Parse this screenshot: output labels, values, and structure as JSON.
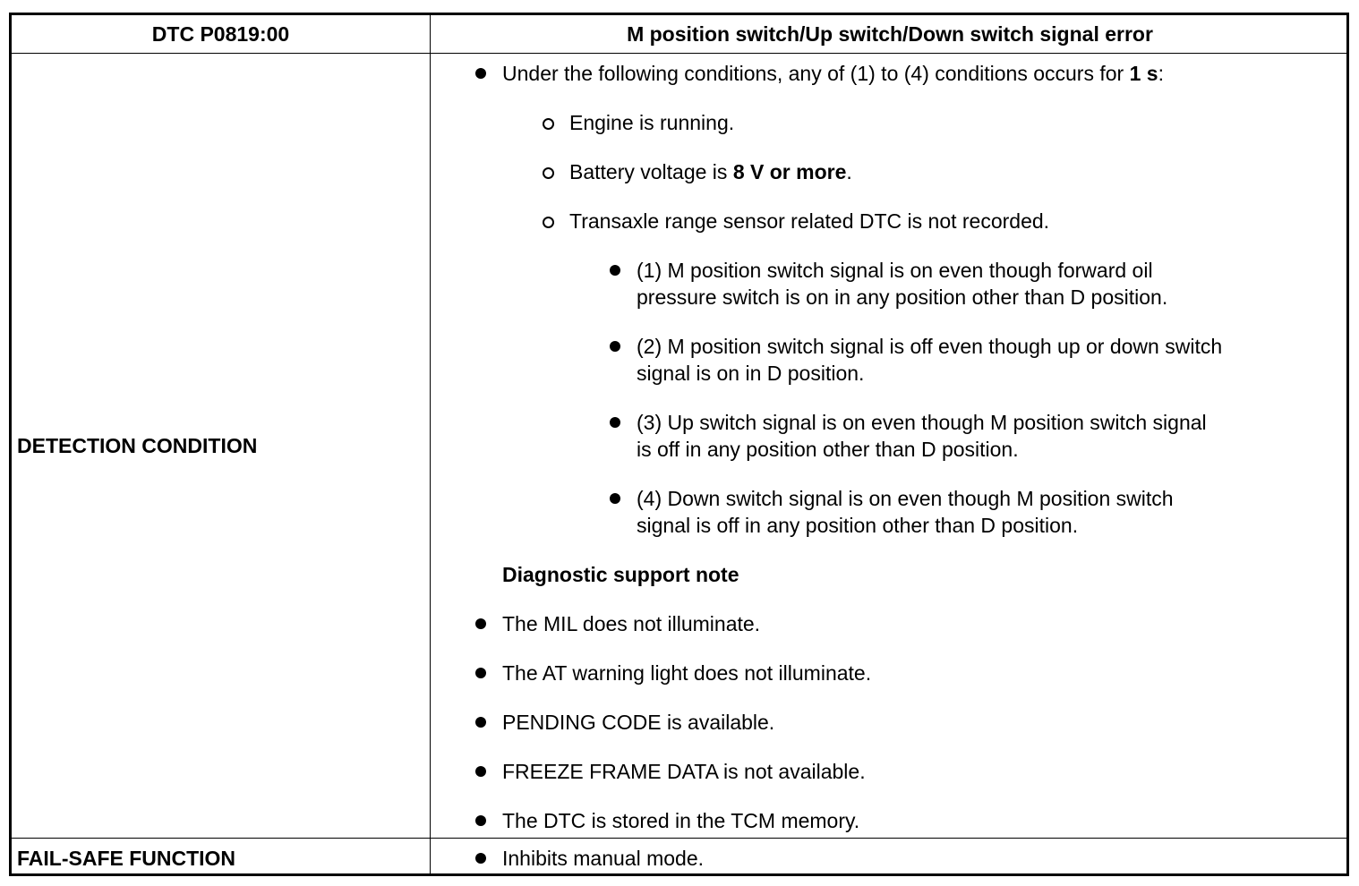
{
  "header": {
    "dtc_code": "DTC P0819:00",
    "title": "M position switch/Up switch/Down switch signal error"
  },
  "detection": {
    "label": "DETECTION CONDITION",
    "intro_prefix": "Under the following conditions, any of (1) to (4) conditions occurs for ",
    "intro_bold": "1 s",
    "intro_suffix": ":",
    "conditions": {
      "engine": "Engine is running.",
      "battery_prefix": "Battery voltage is ",
      "battery_bold": "8 V or more",
      "battery_suffix": ".",
      "sensor": "Transaxle range sensor related DTC is not recorded."
    },
    "cases": [
      {
        "line1": "(1) M position switch signal is on even though forward oil",
        "line2": "pressure switch is on in any position other than D position."
      },
      {
        "line1": "(2) M position switch signal is off even though up or down switch",
        "line2": "signal is on in D position."
      },
      {
        "line1": "(3) Up switch signal is on even though M position switch signal",
        "line2": "is off in any position other than D position."
      },
      {
        "line1": "(4) Down switch signal is on even though M position switch",
        "line2": "signal is off in any position other than D position."
      }
    ],
    "note_heading": "Diagnostic support note",
    "notes": [
      "The MIL does not illuminate.",
      "The AT warning light does not illuminate.",
      "PENDING CODE is available.",
      "FREEZE FRAME DATA is not available.",
      "The DTC is stored in the TCM memory."
    ]
  },
  "failsafe": {
    "label": "FAIL-SAFE FUNCTION",
    "item": "Inhibits manual mode."
  }
}
